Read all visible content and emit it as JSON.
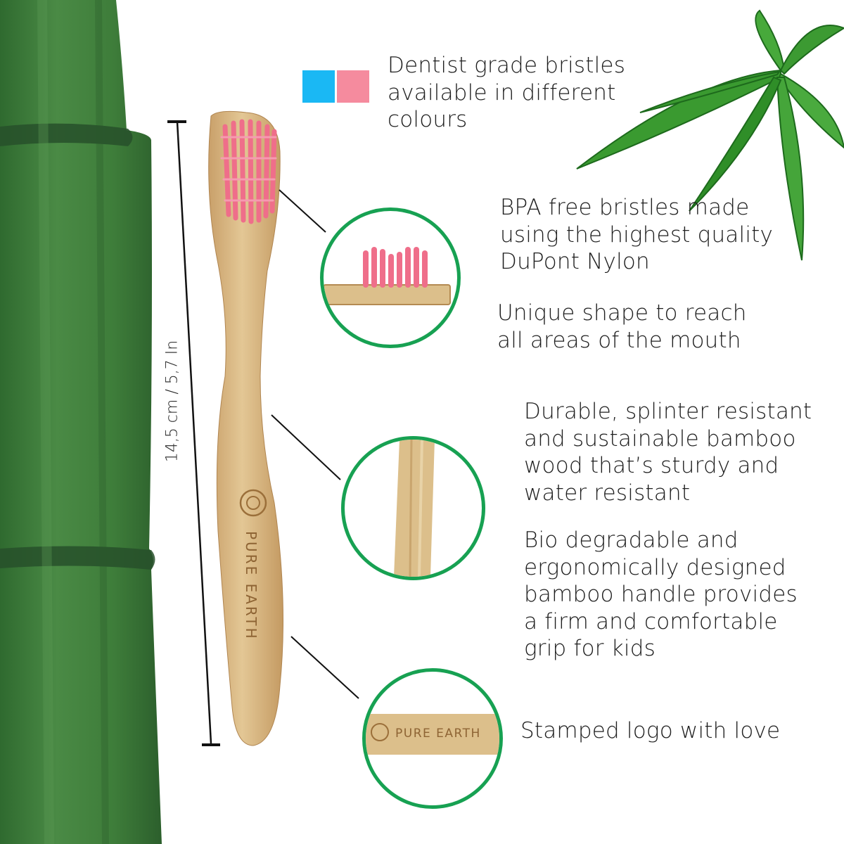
{
  "colors": {
    "swatch_blue": "#1ab8f4",
    "swatch_pink": "#f58b9e",
    "circle_border": "#17a152",
    "bamboo_green": "#3f7f3c",
    "bristle_pink": "#ef6e8a",
    "wood": "#dcbf8b"
  },
  "dimension_label": "14,5 cm / 5,7 In",
  "brand_stamp": "PURE EARTH",
  "features": {
    "bristle_colours": "Dentist grade bristles\navailable in different\ncolours",
    "bpa_free": "BPA free bristles made\nusing the highest quality\nDuPont Nylon",
    "unique_shape": "Unique shape to reach\nall areas of the mouth",
    "durable": "Durable, splinter resistant\nand sustainable bamboo\nwood that’s sturdy and\nwater resistant",
    "biodegradable": "Bio degradable and\nergonomically designed\nbamboo handle provides\na firm and comfortable\ngrip for kids",
    "stamped_logo": "Stamped logo with love"
  },
  "icons": {
    "bamboo_stalk": "bamboo-stalk-icon",
    "bamboo_leaves": "bamboo-leaves-icon",
    "toothbrush": "toothbrush-icon"
  }
}
